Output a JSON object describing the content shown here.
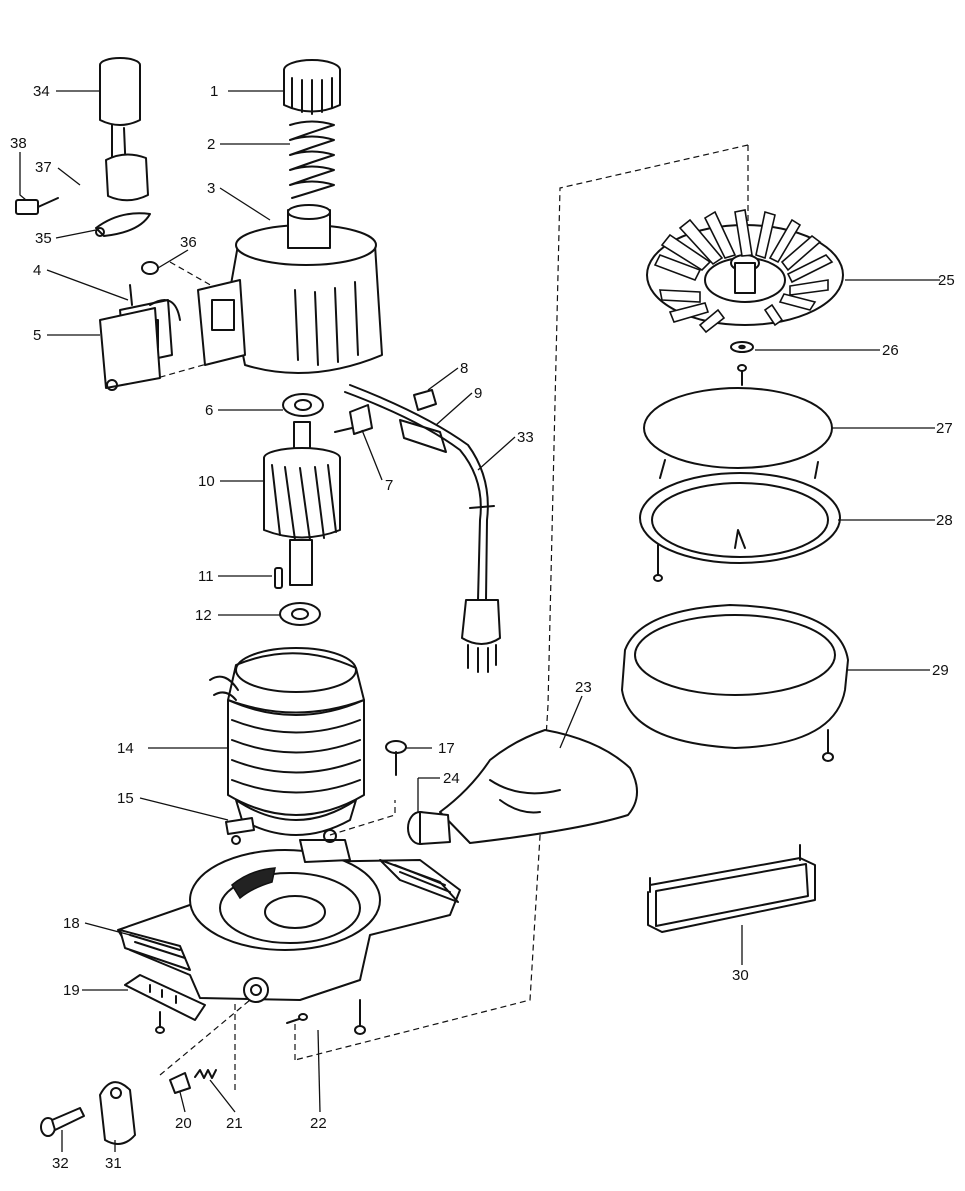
{
  "labels": {
    "p1": "1",
    "p2": "2",
    "p3": "3",
    "p4": "4",
    "p5": "5",
    "p6": "6",
    "p7": "7",
    "p8": "8",
    "p9": "9",
    "p10": "10",
    "p11": "11",
    "p12": "12",
    "p14": "14",
    "p15": "15",
    "p17": "17",
    "p18": "18",
    "p19": "19",
    "p20": "20",
    "p21": "21",
    "p22": "22",
    "p23": "23",
    "p24": "24",
    "p25": "25",
    "p26": "26",
    "p27": "27",
    "p28": "28",
    "p29": "29",
    "p30": "30",
    "p31": "31",
    "p32": "32",
    "p33": "33",
    "p34": "34",
    "p35": "35",
    "p36": "36",
    "p37": "37",
    "p38": "38"
  }
}
